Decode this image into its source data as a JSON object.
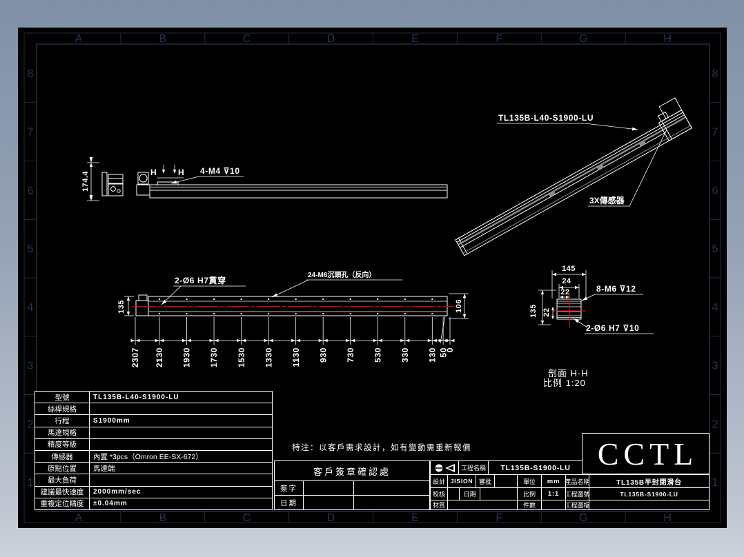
{
  "frame": {
    "columns": [
      "A",
      "B",
      "C",
      "D",
      "E",
      "F",
      "G",
      "H"
    ],
    "rows": [
      "8",
      "7",
      "6",
      "5",
      "4",
      "3",
      "2",
      "1"
    ]
  },
  "iso_view": {
    "part_label": "TL135B-L40-S1900-LU",
    "sensor_label": "3X傳感器"
  },
  "side_view": {
    "height_dim": "174.4",
    "section_marker_left": "H",
    "section_marker_right": "H",
    "hole_label": "4-M4 ⊽10"
  },
  "front_view": {
    "hole_label_through": "2-Ø6 H7貫穿",
    "hole_label_counterbore": "24-M6沉頭孔（反向）",
    "height_dim": "135",
    "right_dim": "106",
    "dim_chain": [
      "2307",
      "2130",
      "1930",
      "1730",
      "1530",
      "1330",
      "1130",
      "930",
      "730",
      "530",
      "330",
      "130",
      "50",
      "0"
    ]
  },
  "section_view": {
    "dim_width": "145",
    "dim_24": "24",
    "dim_22_top": "22",
    "dim_height": "135",
    "dim_22_left": "22",
    "hole_label_top": "8-M6 ⊽12",
    "hole_label_bottom": "2-Ø6 H7 ⊽10",
    "title": "剖面 H-H",
    "scale": "比例 1:20"
  },
  "spec_table": {
    "rows": [
      {
        "label": "型號",
        "value": "TL135B-L40-S1900-LU"
      },
      {
        "label": "絲桿規格",
        "value": ""
      },
      {
        "label": "行程",
        "value": "S1900mm"
      },
      {
        "label": "馬達規格",
        "value": ""
      },
      {
        "label": "精度等級",
        "value": ""
      },
      {
        "label": "傳感器",
        "value": "內置 *3pcs（Omron EE-SX-672）"
      },
      {
        "label": "原點位置",
        "value": "馬達端"
      },
      {
        "label": "最大負荷",
        "value": ""
      },
      {
        "label": "建議最快速度",
        "value": "2000mm/sec"
      },
      {
        "label": "重複定位精度",
        "value": "±0.04mm"
      }
    ]
  },
  "note": "特注：以客戶需求設計，如有變動需重新報價",
  "signature": {
    "title": "客戶簽章確認處",
    "sign_label": "簽字",
    "date_label": "日期"
  },
  "title_block": {
    "logo": "CCTL",
    "project_label": "工程名稱",
    "project_value": "TL135B-S1900-LU",
    "design_label": "設計",
    "design_value": "JISION",
    "approve_label": "審批",
    "check_label": "校核",
    "date_label": "日期",
    "material_label": "材質",
    "unit_label": "單位",
    "unit_value": "mm",
    "scale_label": "比例",
    "scale_value": "1:1",
    "qty_label": "件數",
    "product_label": "產品名稱",
    "product_value": "TL135B半封閉滑台",
    "drawing_no_label": "工程圖號",
    "drawing_no_value": "TL135B-S1900-LU",
    "file_label": "工程圖檔"
  },
  "colors": {
    "background_top": "#8090a8",
    "background_bottom": "#cdd1db",
    "sheet": "#000000",
    "frame_lines": "#242b44",
    "drawing_lines": "#ffffff",
    "centerline_red": "#e60000",
    "aux_gray": "#8c8c8c"
  }
}
